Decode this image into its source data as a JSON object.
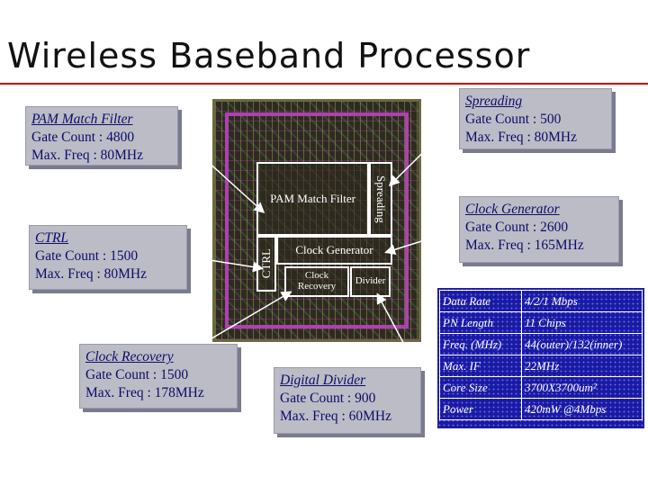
{
  "title": "Wireless Baseband Processor",
  "die_blocks": {
    "pam": "PAM Match Filter",
    "spreading": "Spreading",
    "ctrl": "CTRL",
    "clock_generator": "Clock Generator",
    "clock_recovery": "Clock Recovery",
    "divider": "Divider"
  },
  "callouts": {
    "pam": {
      "name": "PAM Match Filter",
      "gate_count": "Gate Count : 4800",
      "max_freq": "Max. Freq : 80MHz"
    },
    "spreading": {
      "name": "Spreading",
      "gate_count": "Gate Count : 500",
      "max_freq": "Max. Freq : 80MHz"
    },
    "ctrl": {
      "name": "CTRL",
      "gate_count": "Gate Count : 1500",
      "max_freq": "Max. Freq : 80MHz"
    },
    "clock_generator": {
      "name": "Clock Generator",
      "gate_count": "Gate Count : 2600",
      "max_freq": "Max. Freq : 165MHz"
    },
    "clock_recovery": {
      "name": "Clock Recovery",
      "gate_count": "Gate Count : 1500",
      "max_freq": "Max. Freq : 178MHz"
    },
    "digital_divider": {
      "name": "Digital Divider",
      "gate_count": "Gate Count : 900",
      "max_freq": "Max. Freq : 60MHz"
    }
  },
  "specs": [
    {
      "label": "Data Rate",
      "value": "4/2/1 Mbps"
    },
    {
      "label": "PN Length",
      "value": "11 Chips"
    },
    {
      "label": "Freq. (MHz)",
      "value": "44(outer)/132(inner)"
    },
    {
      "label": "Max. IF",
      "value": "22MHz"
    },
    {
      "label": "Core Size",
      "value": "3700X3700um²"
    },
    {
      "label": "Power",
      "value": "420mW @4Mbps"
    }
  ],
  "colors": {
    "callout_text": "#0c0c6a",
    "callout_bg": "#bcbcc6",
    "title_rule": "#c40000",
    "spec_panel": "#1a1aa8",
    "leader_line": "#ffffff"
  }
}
